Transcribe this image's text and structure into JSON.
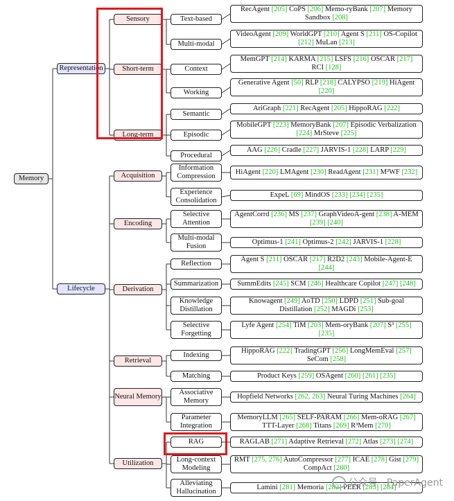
{
  "root": "Memory",
  "groups": {
    "representation": "Representation",
    "lifecycle": "Lifecycle"
  },
  "categories": {
    "sensory": "Sensory",
    "short_term": "Short-term",
    "long_term": "Long-term",
    "acquisition": "Acquisition",
    "encoding": "Encoding",
    "derivation": "Derivation",
    "retrieval": "Retrieval",
    "neural_memory": "Neural Memory",
    "utilization": "Utilization"
  },
  "subcategories": {
    "text_based": "Text-based",
    "multi_modal": "Multi-modal",
    "context": "Context",
    "working": "Working",
    "semantic": "Semantic",
    "episodic": "Episodic",
    "procedural": "Procedural",
    "information_compression": "Information Compression",
    "experience_consolidation": "Experience Consolidation",
    "selective_attention": "Selective Attention",
    "multi_modal_fusion": "Multi-modal Fusion",
    "reflection": "Reflection",
    "summarization": "Summarization",
    "knowledge_distillation": "Knowledge Distillation",
    "selective_forgetting": "Selective Forgetting",
    "indexing": "Indexing",
    "matching": "Matching",
    "associative_memory": "Associative Memory",
    "parameter_integration": "Parameter Integration",
    "rag": "RAG",
    "long_context_modeling": "Long-context Modeling",
    "alleviating_hallucination": "Alleviating Hallucination"
  },
  "leaves": {
    "text_based": [
      "RecAgent ",
      "[205]",
      " CoPS ",
      "[206]",
      " Memo-ryBank ",
      "[207]",
      " Memory Sandbox ",
      "[208]"
    ],
    "multi_modal": [
      "VideoAgent ",
      "[209]",
      " WorldGPT ",
      "[210]",
      " Agent S ",
      "[211]",
      " OS-Copilot ",
      "[212]",
      " MuLan ",
      "[213]"
    ],
    "context": [
      "MemGPT ",
      "[214]",
      " KARMA ",
      "[215]",
      " LSFS ",
      "[216]",
      " OSCAR ",
      "[217]",
      " RCI ",
      "[128]"
    ],
    "working": [
      "Generative Agent ",
      "[50]",
      " RLP ",
      "[218]",
      " CALYPSO ",
      "[219]",
      " HiAgent ",
      "[220]"
    ],
    "semantic": [
      "AriGraph ",
      "[221]",
      " RecAgent ",
      "[205]",
      " HippoRAG ",
      "[222]"
    ],
    "episodic": [
      "MobileGPT ",
      "[223]",
      " MemoryBank ",
      "[207]",
      " Episodic Verbalization ",
      "[224]",
      " MrSteve ",
      "[225]"
    ],
    "procedural": [
      "AAG ",
      "[226]",
      " Cradle ",
      "[227]",
      " JARVIS-1 ",
      "[228]",
      " LARP ",
      "[229]"
    ],
    "information_compression": [
      "HiAgent ",
      "[220]",
      " LMAgent ",
      "[230]",
      " ReadAgent ",
      "[231]",
      " M²WF ",
      "[232]"
    ],
    "experience_consolidation": [
      "ExpeL ",
      "[69]",
      " MindOS ",
      "[233]",
      " ",
      "[234]",
      " ",
      "[235]"
    ],
    "selective_attention": [
      "AgentCorrd ",
      "[236]",
      " MS ",
      "[237]",
      " GraphVideoA-gent ",
      "[238]",
      " A-MEM ",
      "[239]",
      " ",
      "[240]"
    ],
    "multi_modal_fusion": [
      "Optimus-1 ",
      "[241]",
      " Optimus-2 ",
      "[242]",
      " JARVIS-1 ",
      "[228]"
    ],
    "reflection": [
      "Agent S ",
      "[211]",
      " OSCAR ",
      "[217]",
      " R2D2 ",
      "[243]",
      " Mobile-Agent-E ",
      "[244]"
    ],
    "summarization": [
      "SummEdits ",
      "[245]",
      " SCM ",
      "[246]",
      " Healthcare Copilot ",
      "[247]",
      " ",
      "[248]"
    ],
    "knowledge_distillation": [
      "Knowagent ",
      "[249]",
      " AoTD ",
      "[250]",
      " LDPD ",
      "[251]",
      " Sub-goal Distillation ",
      "[252]",
      " MAGDi ",
      "[253]"
    ],
    "selective_forgetting": [
      "Lyfe Agent ",
      "[254]",
      " TiM ",
      "[203]",
      " Mem-oryBank ",
      "[207]",
      " S³ ",
      "[255]",
      " ",
      "[235]"
    ],
    "indexing": [
      "HippoRAG ",
      "[222]",
      " TradingGPT ",
      "[256]",
      " LongMemEval ",
      "[257]",
      " SeCom ",
      "[258]"
    ],
    "matching": [
      "Product Keys ",
      "[259]",
      " OSAgent ",
      "[260]",
      " ",
      "[261]",
      " ",
      "[235]"
    ],
    "associative_memory": [
      "Hopfield Networks ",
      "[262, 263]",
      " Neural Turing Machines ",
      "[264]"
    ],
    "parameter_integration": [
      "MemoryLLM ",
      "[265]",
      " SELF-PARAM ",
      "[266]",
      " Mem-oRAG ",
      "[267]",
      " TTT-Layer ",
      "[268]",
      " Titans ",
      "[269]",
      " R³Mem ",
      "[270]"
    ],
    "rag": [
      "RAGLAB ",
      "[271]",
      " Adaptive Retrieval ",
      "[272]",
      " Atlas ",
      "[273]",
      " ",
      "[274]"
    ],
    "long_context_modeling": [
      "RMT ",
      "[275, 276]",
      " AutoCompressor ",
      "[277]",
      " ICAE ",
      "[278]",
      " Gist ",
      "[279]",
      " CompAct ",
      "[280]"
    ],
    "alleviating_hallucination": [
      "Lamini ",
      "[281]",
      " Memoria ",
      "[282]",
      " PEER ",
      "[283]",
      " ",
      "[284]"
    ]
  },
  "watermark": "公众号 · PaperAgent",
  "colors": {
    "highlight": "#e0191e",
    "ref": "#1fbf1f",
    "root_fill": "#e6e6e6",
    "group_fill": "#e4e4ff",
    "category_fill": "#fde6e6"
  }
}
